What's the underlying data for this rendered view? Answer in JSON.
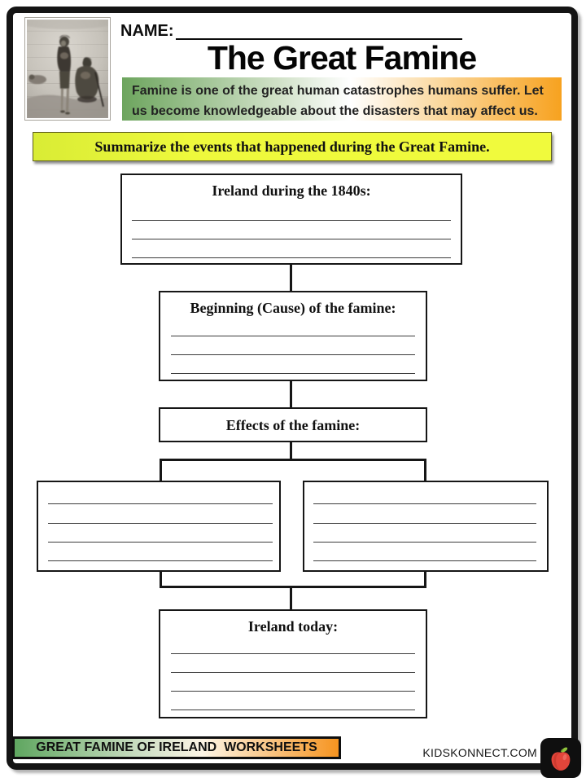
{
  "header": {
    "name_label": "NAME:",
    "title": "The Great Famine",
    "intro_text": "Famine is one of the great human catastrophes humans suffer. Let us become knowledgeable about the disasters that may affect us."
  },
  "prompt": {
    "text": "Summarize the events that happened during the Great Famine."
  },
  "flowchart": {
    "nodes": [
      {
        "label": "Ireland during the 1840s:",
        "write_lines": 3
      },
      {
        "label": "Beginning (Cause) of the famine:",
        "write_lines": 3
      },
      {
        "label": "Effects of the famine:",
        "write_lines": 0
      },
      {
        "label": "",
        "write_lines": 4
      },
      {
        "label": "",
        "write_lines": 4
      },
      {
        "label": "Ireland today:",
        "write_lines": 4
      }
    ]
  },
  "footer": {
    "banner_text": "GREAT FAMINE OF IRELAND  WORKSHEETS",
    "site_text": "KIDSKONNECT.COM"
  },
  "image": {
    "description": "Engraving of famine children"
  },
  "colors": {
    "banner_green": "#6da55e",
    "banner_orange": "#f7a21f",
    "prompt_yellow": "#eef93c",
    "footer_green": "#5fa660",
    "footer_orange": "#f69420",
    "apple_red": "#e2453a",
    "leaf_green": "#8fc43c",
    "frame_black": "#141414"
  }
}
